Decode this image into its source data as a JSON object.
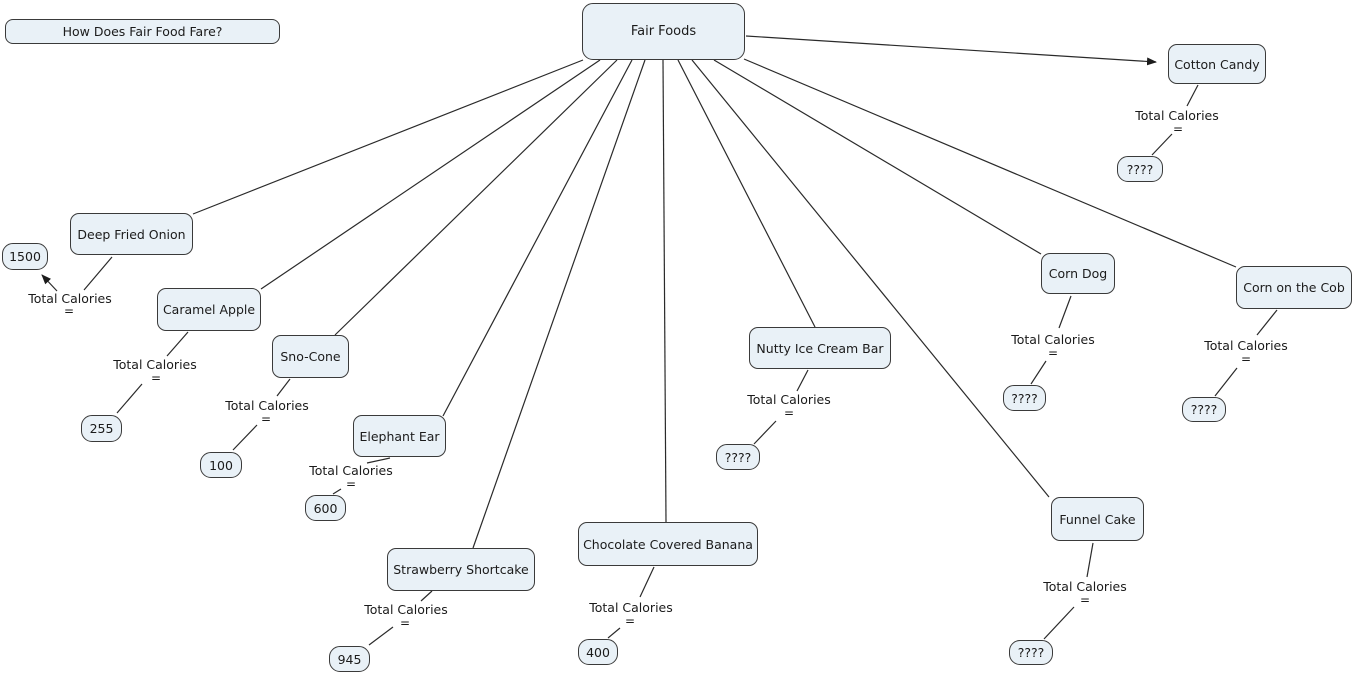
{
  "title": "How Does Fair Food Fare?",
  "root_label": "Fair Foods",
  "calorie_label": "Total Calories",
  "equals_label": "=",
  "colors": {
    "background": "#ffffff",
    "node_fill": "#e9f1f7",
    "node_border": "#3a3a3a",
    "edge_line": "#2a2a2a",
    "text": "#1b1b1b"
  },
  "foods": [
    {
      "id": "deep-fried-onion",
      "label": "Deep Fried Onion",
      "calories": "1500"
    },
    {
      "id": "caramel-apple",
      "label": "Caramel Apple",
      "calories": "255"
    },
    {
      "id": "sno-cone",
      "label": "Sno-Cone",
      "calories": "100"
    },
    {
      "id": "elephant-ear",
      "label": "Elephant Ear",
      "calories": "600"
    },
    {
      "id": "strawberry-shortcake",
      "label": "Strawberry Shortcake",
      "calories": "945"
    },
    {
      "id": "chocolate-covered-banana",
      "label": "Chocolate Covered Banana",
      "calories": "400"
    },
    {
      "id": "nutty-ice-cream-bar",
      "label": "Nutty Ice Cream Bar",
      "calories": "????"
    },
    {
      "id": "corn-dog",
      "label": "Corn Dog",
      "calories": "????"
    },
    {
      "id": "funnel-cake",
      "label": "Funnel Cake",
      "calories": "????"
    },
    {
      "id": "corn-on-the-cob",
      "label": "Corn on the Cob",
      "calories": "????"
    },
    {
      "id": "cotton-candy",
      "label": "Cotton Candy",
      "calories": "????"
    }
  ]
}
